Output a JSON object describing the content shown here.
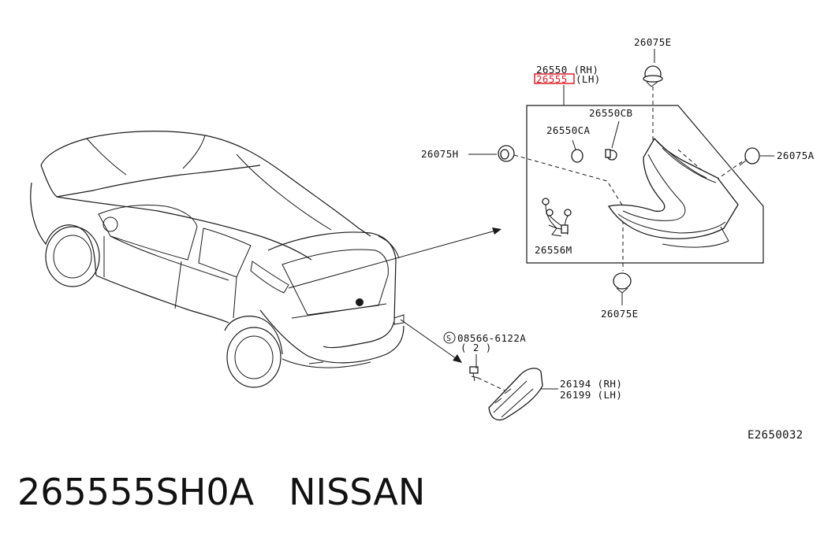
{
  "labels": {
    "p26075e_top": "26075E",
    "p26550": "26550 (RH)",
    "p26555": "26555",
    "lh": "(LH)",
    "p26550cb": "26550CB",
    "p26550ca": "26550CA",
    "p26075h": "26075H",
    "p26075a": "26075A",
    "p26556m": "26556M",
    "p26075e_bot": "26075E",
    "p08566": "08566-6122A",
    "qty": "( 2 )",
    "s_mark": "S",
    "p26194": "26194 (RH)",
    "p26199": "26199 (LH)",
    "code": "E2650032"
  },
  "caption": {
    "part_number": "265555SH0A",
    "brand": "NISSAN"
  },
  "colors": {
    "highlight": "#e0202a",
    "ink": "#1a1a1a"
  }
}
